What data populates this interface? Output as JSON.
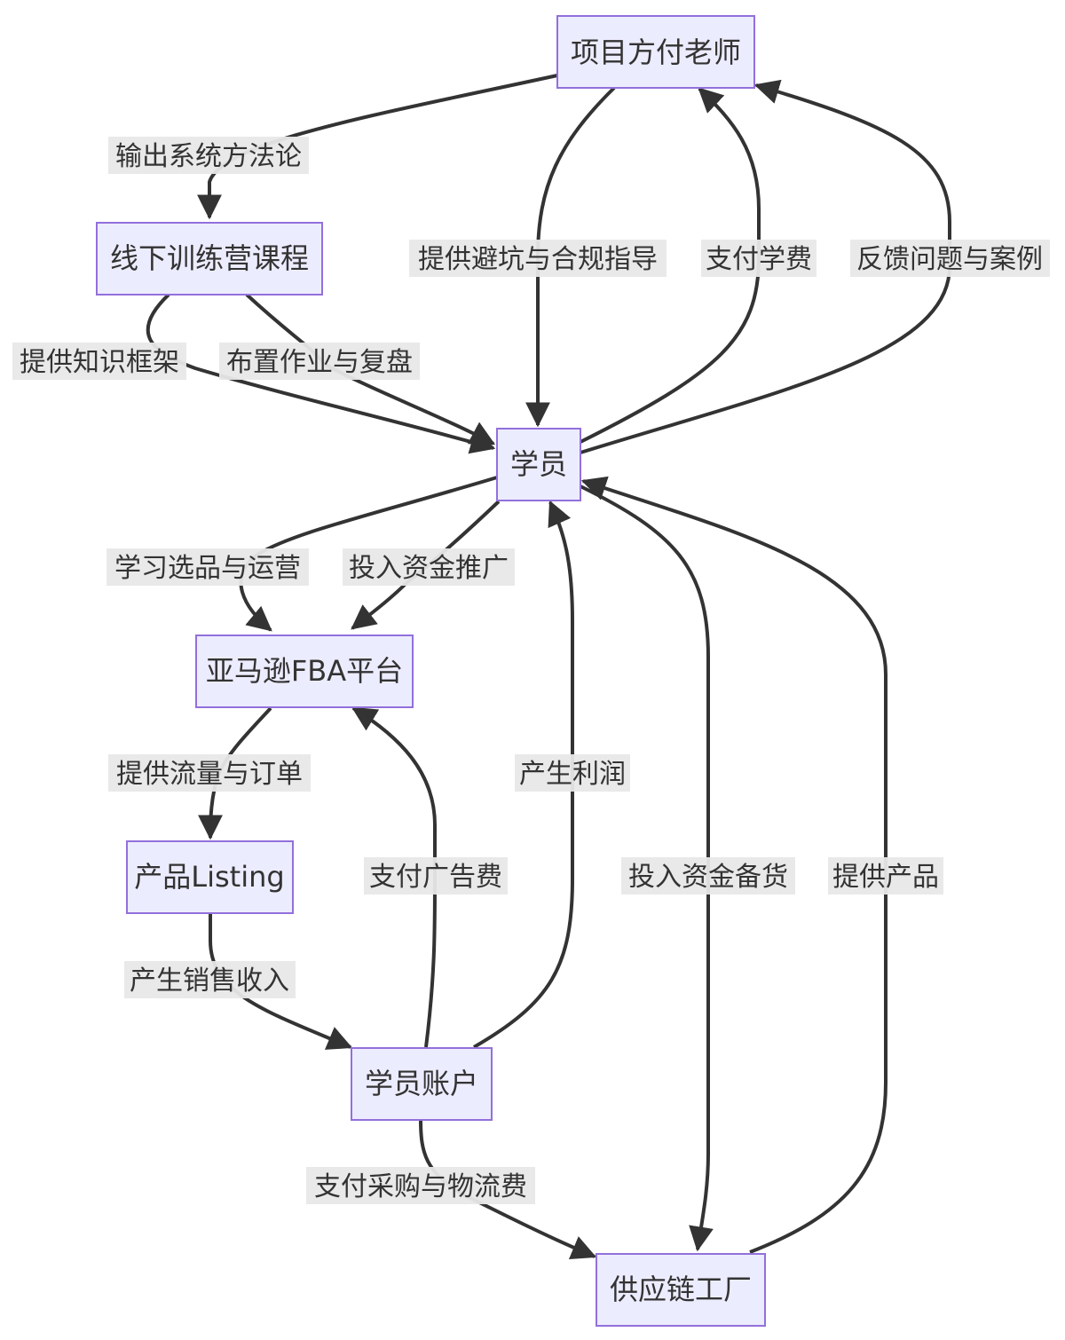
{
  "nodes": {
    "teacher": "项目方付老师",
    "camp": "线下训练营课程",
    "student": "学员",
    "amazon": "亚马逊FBA平台",
    "listing": "产品Listing",
    "account": "学员账户",
    "factory": "供应链工厂"
  },
  "edges": {
    "teacher_camp": "输出系统方法论",
    "teacher_student": "提供避坑与合规指导",
    "student_teacher_fee": "支付学费",
    "student_teacher_fb": "反馈问题与案例",
    "camp_student_kf": "提供知识框架",
    "camp_student_hw": "布置作业与复盘",
    "student_amazon_learn": "学习选品与运营",
    "student_amazon_fund": "投入资金推广",
    "amazon_listing": "提供流量与订单",
    "listing_account": "产生销售收入",
    "account_amazon": "支付广告费",
    "account_student": "产生利润",
    "student_factory": "投入资金备货",
    "factory_student": "提供产品",
    "account_factory": "支付采购与物流费"
  },
  "colors": {
    "node_fill": "#ECECFF",
    "node_stroke": "#9370DB",
    "edge": "#333333",
    "label_bg": "#e8e8e8"
  }
}
